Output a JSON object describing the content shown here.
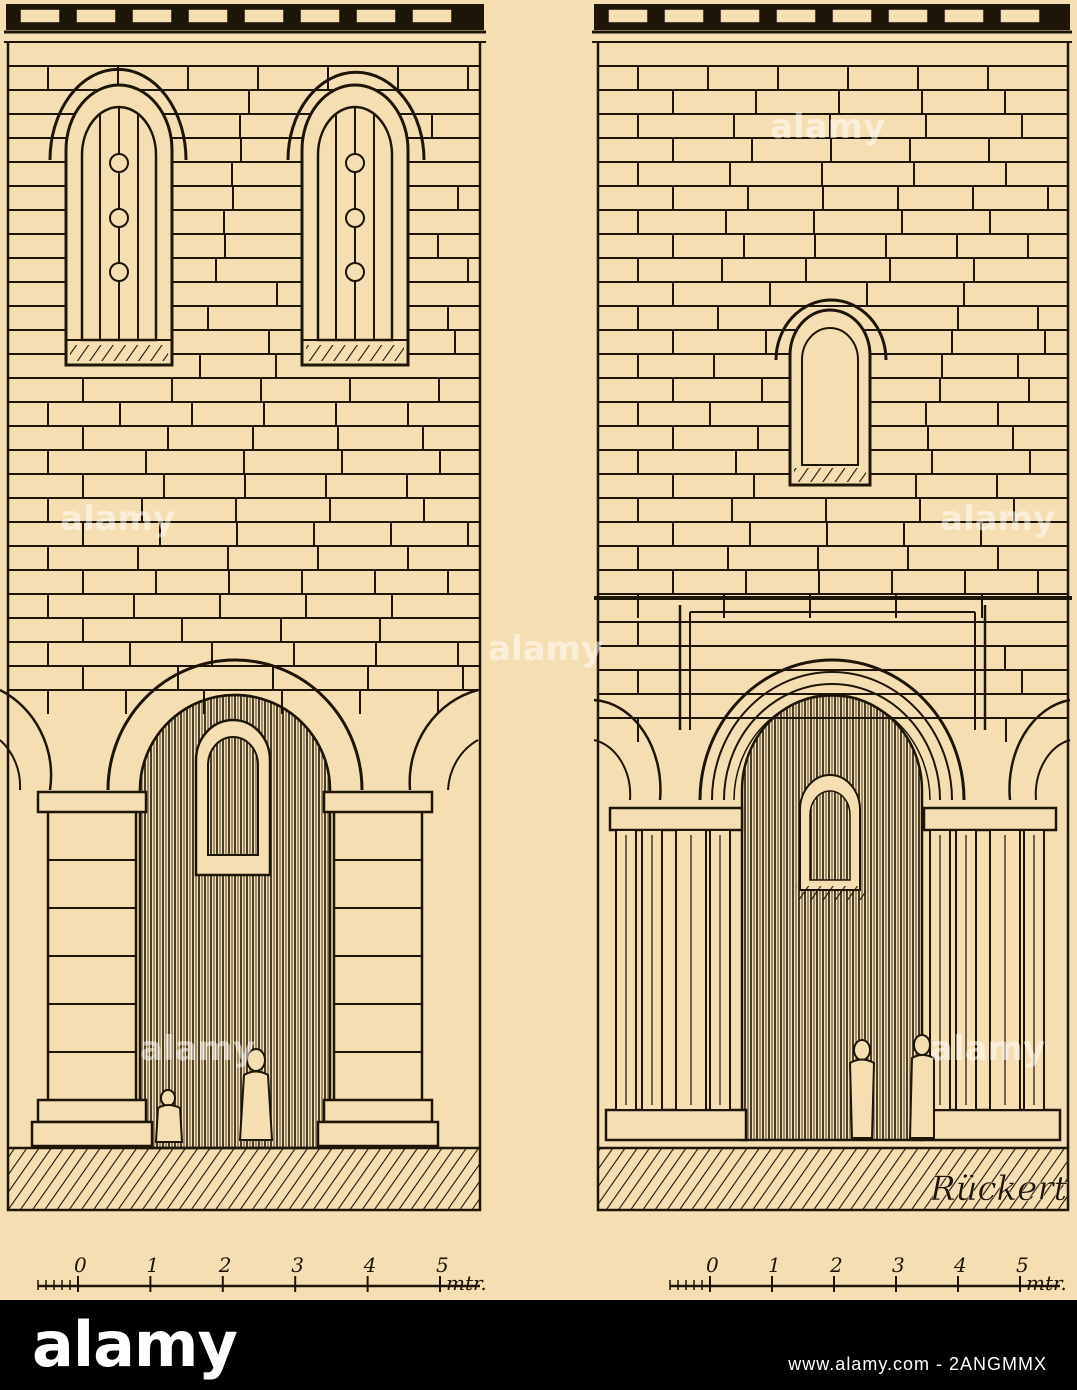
{
  "figure": {
    "signature": "Rückert",
    "left_panel": {
      "scale_numbers": [
        "0",
        "1",
        "2",
        "3",
        "4",
        "5"
      ],
      "scale_unit": "mtr."
    },
    "right_panel": {
      "scale_numbers": [
        "0",
        "1",
        "2",
        "3",
        "4",
        "5"
      ],
      "scale_unit": "mtr."
    },
    "ink_color": "#1c1508",
    "paper_color": "#f6deb3"
  },
  "watermark_text": "alamy",
  "footer": {
    "logo": "alamy",
    "image_id": "www.alamy.com - 2ANGMMX"
  }
}
